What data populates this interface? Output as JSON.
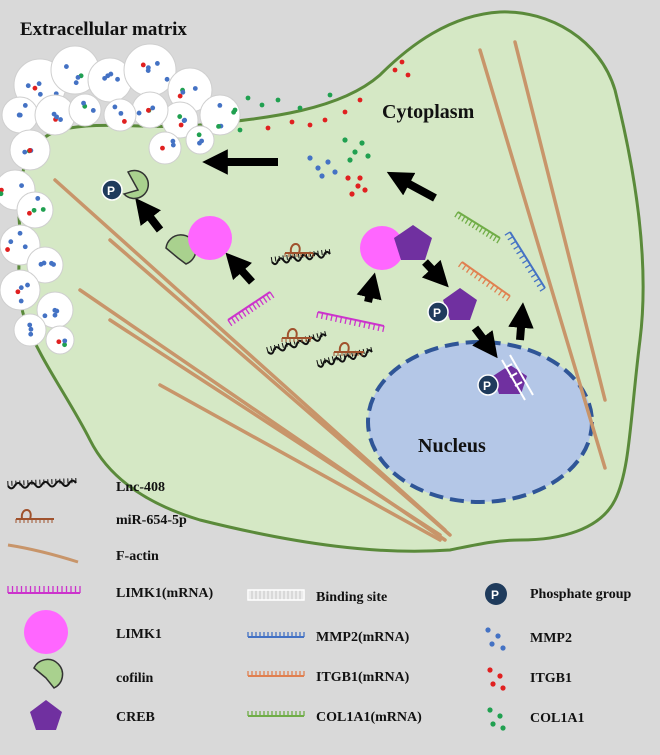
{
  "labels": {
    "extracellular": "Extracellular matrix",
    "cytoplasm": "Cytoplasm",
    "nucleus": "Nucleus",
    "phosphate": "P"
  },
  "legend": [
    {
      "id": "lnc408",
      "label": "Lnc-408"
    },
    {
      "id": "mir654",
      "label": "miR-654-5p"
    },
    {
      "id": "factin",
      "label": "F-actin"
    },
    {
      "id": "limk1_mrna",
      "label": "LIMK1(mRNA)"
    },
    {
      "id": "limk1",
      "label": "LIMK1"
    },
    {
      "id": "cofilin",
      "label": "cofilin"
    },
    {
      "id": "creb",
      "label": "CREB"
    },
    {
      "id": "binding",
      "label": "Binding site"
    },
    {
      "id": "mmp2_mrna",
      "label": "MMP2(mRNA)"
    },
    {
      "id": "itgb1_mrna",
      "label": "ITGB1(mRNA)"
    },
    {
      "id": "col1a1_mrna",
      "label": "COL1A1(mRNA)"
    },
    {
      "id": "phosphate",
      "label": "Phosphate group"
    },
    {
      "id": "mmp2",
      "label": "MMP2"
    },
    {
      "id": "itgb1",
      "label": "ITGB1"
    },
    {
      "id": "col1a1",
      "label": "COL1A1"
    }
  ],
  "colors": {
    "background": "#d9d9d9",
    "cell_fill": "#d5e8c5",
    "cell_stroke": "#5a8a3a",
    "nucleus_fill": "#b4c7e7",
    "nucleus_stroke": "#2f5597",
    "factin": "#c8956a",
    "lnc": "#111111",
    "mir": "#a0522d",
    "limk1_mrna": "#cc33cc",
    "limk1": "#ff66ff",
    "cofilin": "#a9d18e",
    "creb": "#7030a0",
    "mmp2": "#4472c4",
    "itgb1": "#e02020",
    "col1a1": "#20a050",
    "mmp2_mrna": "#4472c4",
    "itgb1_mrna": "#e08050",
    "col1a1_mrna": "#70ad47",
    "phosphate": "#1f3b5c"
  }
}
